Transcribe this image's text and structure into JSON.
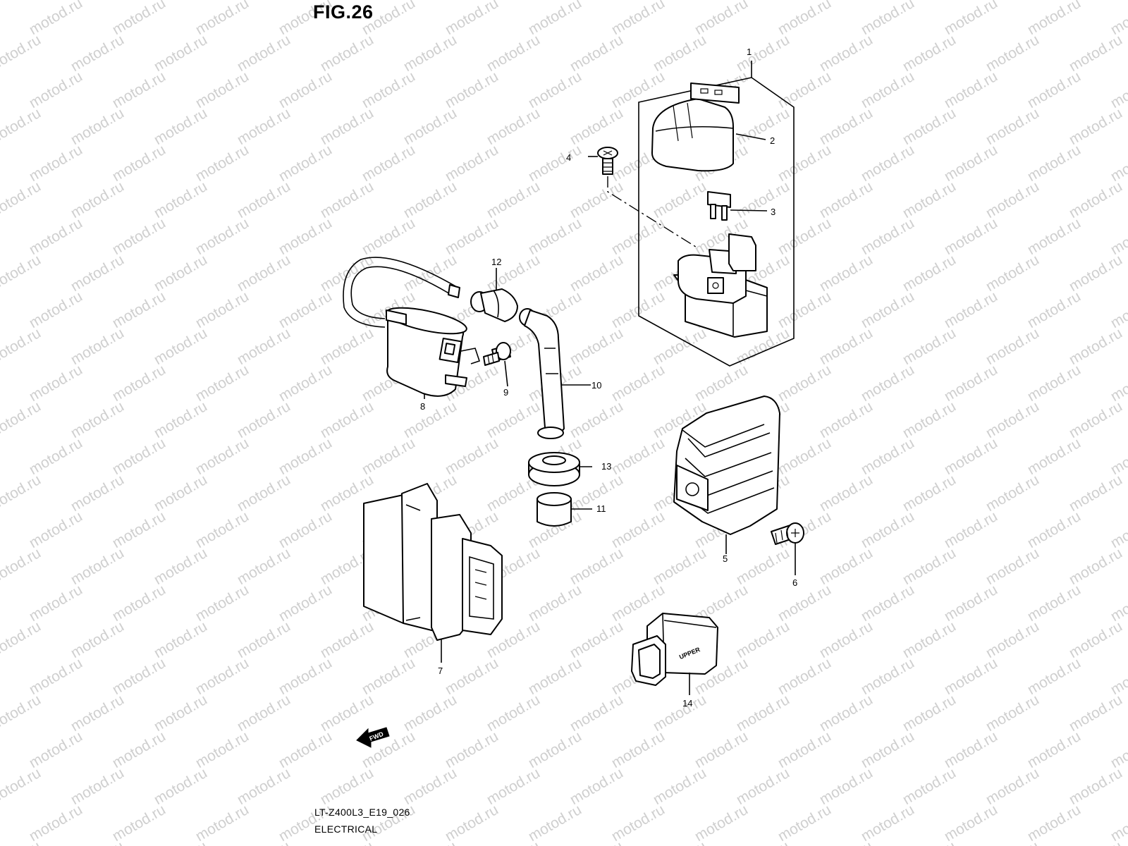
{
  "figure_title": "FIG.26",
  "watermark": "motod.ru",
  "footer": {
    "drawing_code": "LT-Z400L3_E19_026",
    "section_name": "ELECTRICAL"
  },
  "direction_marker": "FWD",
  "connector_marking": "UPPER",
  "callouts": [
    {
      "number": "1",
      "part": "starter-relay-assembly"
    },
    {
      "number": "2",
      "part": "relay-cover"
    },
    {
      "number": "3",
      "part": "fuse"
    },
    {
      "number": "4",
      "part": "screw"
    },
    {
      "number": "5",
      "part": "regulator-rectifier"
    },
    {
      "number": "6",
      "part": "bolt"
    },
    {
      "number": "7",
      "part": "ecm-unit"
    },
    {
      "number": "8",
      "part": "ignition-coil"
    },
    {
      "number": "9",
      "part": "bolt"
    },
    {
      "number": "10",
      "part": "spark-plug-cap"
    },
    {
      "number": "11",
      "part": "spacer"
    },
    {
      "number": "12",
      "part": "cap"
    },
    {
      "number": "13",
      "part": "grommet"
    },
    {
      "number": "14",
      "part": "connector"
    }
  ],
  "colors": {
    "line": "#000000",
    "watermark": "#cfcfcf",
    "background": "#ffffff"
  }
}
